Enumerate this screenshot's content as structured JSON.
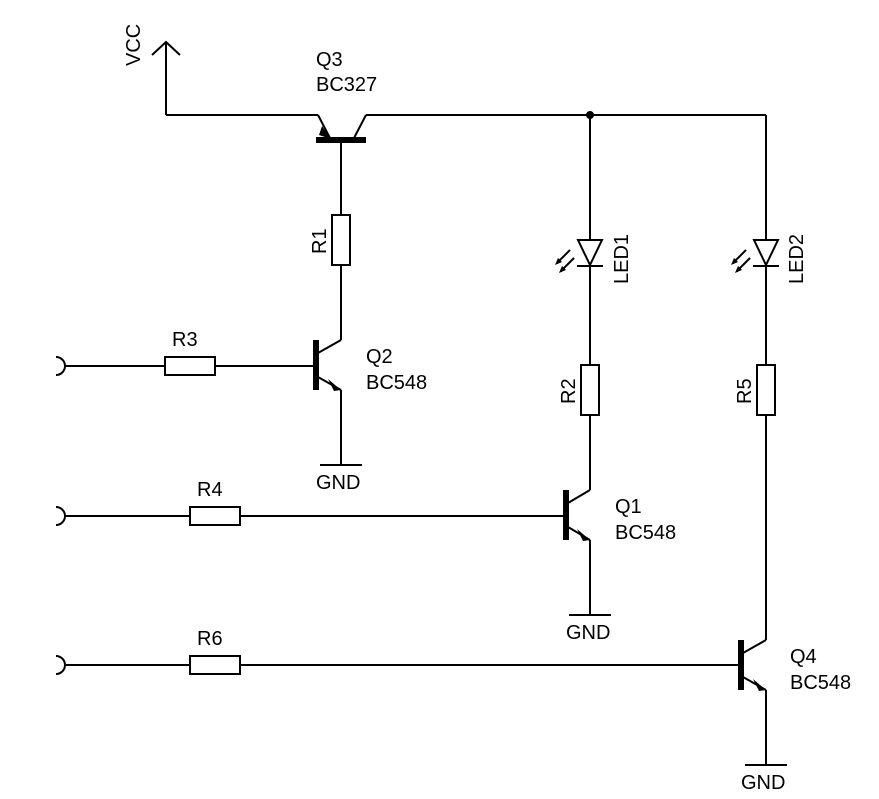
{
  "vcc": {
    "label": "VCC"
  },
  "gnd": {
    "label": "GND"
  },
  "q1": {
    "name": "Q1",
    "part": "BC548"
  },
  "q2": {
    "name": "Q2",
    "part": "BC548"
  },
  "q3": {
    "name": "Q3",
    "part": "BC327"
  },
  "q4": {
    "name": "Q4",
    "part": "BC548"
  },
  "r1": {
    "name": "R1"
  },
  "r2": {
    "name": "R2"
  },
  "r3": {
    "name": "R3"
  },
  "r4": {
    "name": "R4"
  },
  "r5": {
    "name": "R5"
  },
  "r6": {
    "name": "R6"
  },
  "led1": {
    "name": "LED1"
  },
  "led2": {
    "name": "LED2"
  },
  "colors": {
    "line": "#000000",
    "background": "#ffffff"
  }
}
